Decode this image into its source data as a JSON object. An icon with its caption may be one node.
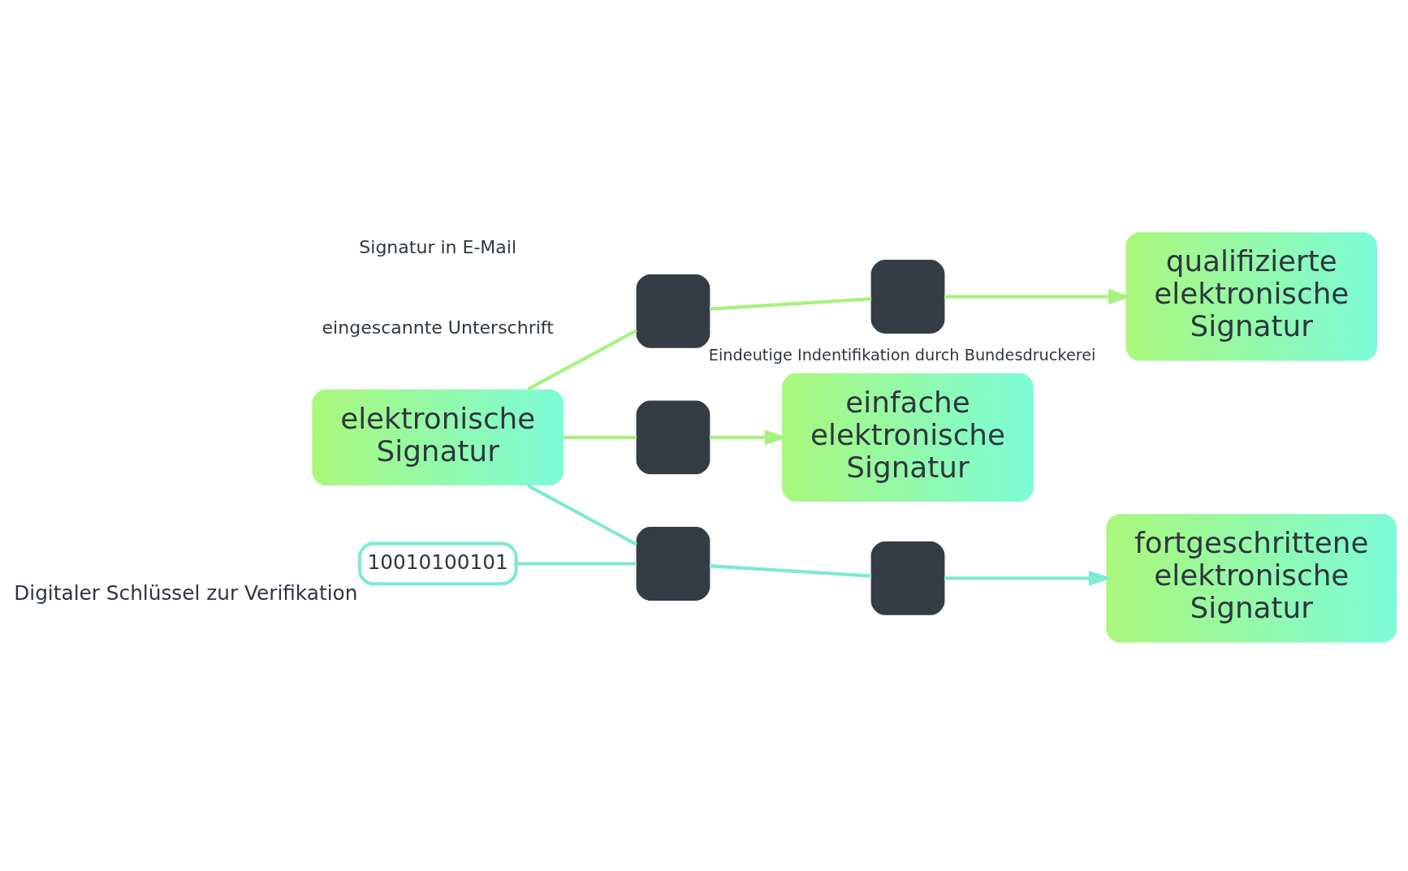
{
  "diagram": {
    "nodes": [
      {
        "text": [
          "elektronische Signatur"
        ]
      },
      {
        "text": [
          "einfache elektronische Signatur"
        ]
      },
      {
        "text": [
          "fortgeschrittene elektronische Signatur"
        ]
      },
      {
        "text": [
          "qualifizierte elektronische Signatur"
        ]
      },
      {
        "text": [],
        "shape": "box"
      },
      {
        "text": [],
        "shape": "box"
      },
      {
        "text": [],
        "shape": "box"
      },
      {
        "text": [
          "10010100101"
        ],
        "beside": [
          "Digitaler Schlüssel zur Verifikation"
        ]
      },
      {
        "text": [],
        "shape": "box",
        "beside": [
          "Eindeutige Indentifikation durch Bundesdruckerei"
        ]
      },
      {
        "text": [],
        "shape": "box"
      }
    ],
    "edges": [
      {
        "from": 0,
        "to": 4,
        "arrow": "none"
      },
      {
        "from": 4,
        "to": 1,
        "arrow": "to"
      },
      {
        "from": 0,
        "to": 6,
        "arrow": "none",
        "color": "#7fe9d3"
      },
      {
        "from": 6,
        "to": 5,
        "arrow": "none",
        "color": "#7fe9d3"
      },
      {
        "from": 5,
        "to": 2,
        "arrow": "to",
        "color": "#7fe9d3"
      },
      {
        "from": 7,
        "to": 6,
        "arrow": "none",
        "color": "#7fe9d3"
      },
      {
        "from": 0,
        "to": 8,
        "arrow": "none"
      },
      {
        "from": 8,
        "to": 9,
        "arrow": "none"
      },
      {
        "from": 9,
        "to": 3,
        "arrow": "to"
      }
    ],
    "labels": [
      "eingescannte Unterschrift",
      "Signatur in E-Mail"
    ]
  }
}
